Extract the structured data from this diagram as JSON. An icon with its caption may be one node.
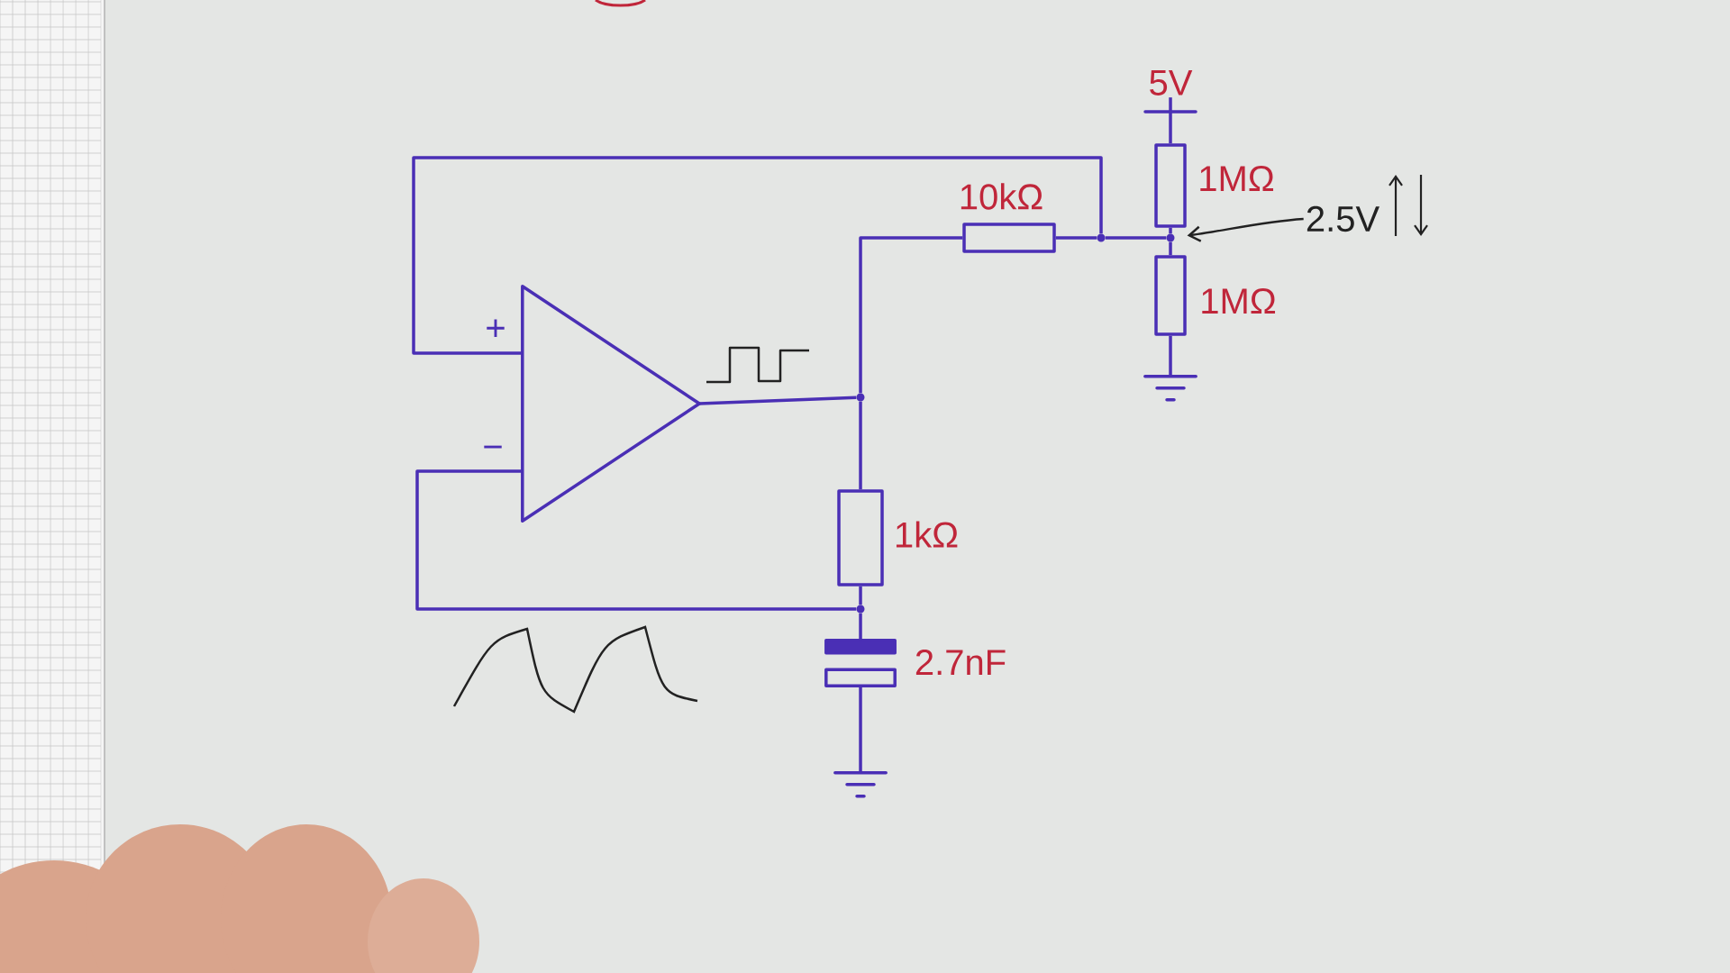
{
  "diagram": {
    "nodes": [
      {
        "text": [
          "5V"
        ]
      },
      {
        "text": [],
        "shape": "box",
        "beside": [
          "10kΩ"
        ]
      },
      {
        "text": [],
        "shape": "box",
        "beside": [
          "1MΩ"
        ]
      },
      {
        "text": [],
        "shape": "dot"
      },
      {
        "text": [],
        "shape": "dot"
      },
      {
        "text": [
          "2.5V"
        ]
      },
      {
        "text": [],
        "shape": "box",
        "beside": [
          "1MΩ"
        ]
      },
      {
        "text": [],
        "shape": "ground"
      },
      {
        "text": [],
        "shape": "triangle"
      },
      {
        "text": [],
        "shape": "dot"
      },
      {
        "text": [],
        "shape": "box",
        "beside": [
          "1kΩ"
        ]
      },
      {
        "text": [],
        "shape": "dot"
      },
      {
        "text": [],
        "shape": "capacitor",
        "beside": [
          "2.7nF"
        ]
      },
      {
        "text": [],
        "shape": "ground"
      }
    ],
    "edges": [
      {
        "from": 0,
        "to": 2,
        "arrow": "none"
      },
      {
        "from": 2,
        "to": 4,
        "arrow": "none"
      },
      {
        "from": 4,
        "to": 6,
        "arrow": "none"
      },
      {
        "from": 6,
        "to": 7,
        "arrow": "none"
      },
      {
        "from": 1,
        "to": 3,
        "arrow": "none"
      },
      {
        "from": 3,
        "to": 4,
        "arrow": "none"
      },
      {
        "from": 8,
        "to": 3,
        "arrow": "none"
      },
      {
        "from": 8,
        "to": 9,
        "arrow": "none"
      },
      {
        "from": 9,
        "to": 1,
        "arrow": "none"
      },
      {
        "from": 9,
        "to": 10,
        "arrow": "none"
      },
      {
        "from": 10,
        "to": 11,
        "arrow": "none"
      },
      {
        "from": 11,
        "to": 12,
        "arrow": "none"
      },
      {
        "from": 8,
        "to": 11,
        "arrow": "none"
      },
      {
        "from": 12,
        "to": 13,
        "arrow": "none"
      },
      {
        "from": 5,
        "to": 4,
        "arrow": "to",
        "color": "#222222"
      }
    ],
    "labels": [
      "+",
      "−"
    ]
  }
}
